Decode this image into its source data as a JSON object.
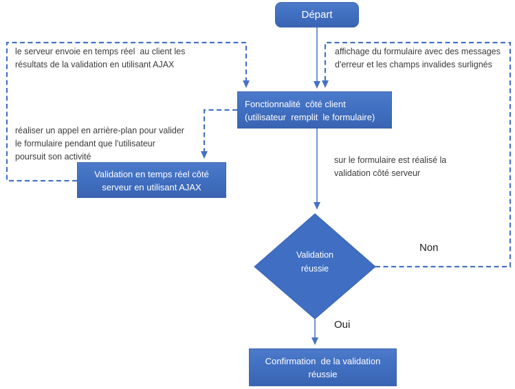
{
  "diagram": {
    "kind": "flowchart",
    "language": "fr",
    "topic": "Validation de formulaire côté client / serveur avec AJAX"
  },
  "colors": {
    "shape_fill": "#4171c2",
    "shape_fill_light": "#4d7ac9",
    "shape_border": "#3c65ad",
    "connector_blue": "#4472c4",
    "annotation_text": "#3a3a3a",
    "shape_text": "#ffffff"
  },
  "nodes": {
    "start": {
      "label": "Départ"
    },
    "client": {
      "lines": [
        "Fonctionnalité  côté client",
        "(utilisateur  remplit  le formulaire)"
      ]
    },
    "ajax_validation": {
      "lines": [
        "Validation en temps réel côté",
        "serveur en utilisant AJAX"
      ]
    },
    "decision": {
      "lines": [
        "Validation",
        "réussie"
      ]
    },
    "confirmation": {
      "lines": [
        "Confirmation  de la validation",
        "réussie"
      ]
    }
  },
  "annotations": {
    "ajax_result": {
      "lines": [
        "le serveur envoie en temps réel  au client les",
        "résultats de la validation en utilisant AJAX"
      ]
    },
    "background_call": {
      "lines": [
        "réaliser un appel en arrière-plan pour valider",
        "le formulaire pendant que l'utilisateur",
        "poursuit son activité"
      ]
    },
    "error_display": {
      "lines": [
        "affichage du formulaire avec des messages",
        "d'erreur et les champs invalides surlignés"
      ]
    },
    "server_validation": {
      "lines": [
        "sur le formulaire est réalisé la",
        "validation côté serveur"
      ]
    },
    "no_label": "Non",
    "yes_label": "Oui"
  }
}
